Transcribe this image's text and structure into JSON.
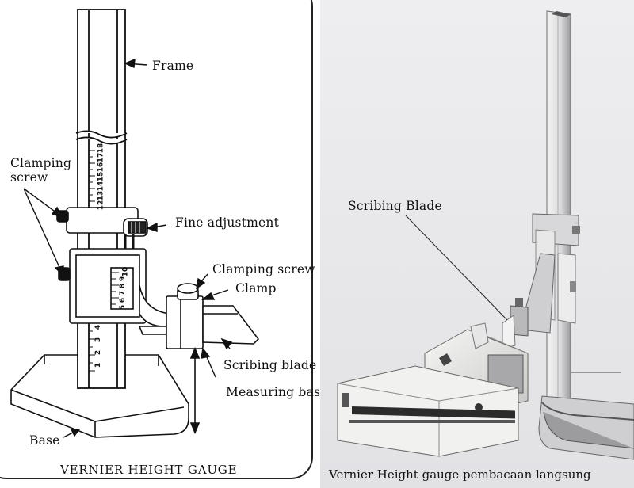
{
  "left_diagram": {
    "labels": {
      "frame": "Frame",
      "clamping_screw_left": "Clamping\nscrew",
      "fine_adjustment": "Fine adjustment",
      "clamping_screw_right": "Clamping screw",
      "clamp": "Clamp",
      "scribing_blade": "Scribing blade",
      "measuring_base": "Measuring base",
      "base": "Base"
    },
    "caption": "VERNIER HEIGHT GAUGE",
    "upper_scale_numbers": [
      "18",
      "17",
      "16",
      "15",
      "14",
      "13",
      "12"
    ],
    "vernier_scale_numbers": [
      "10",
      "9",
      "8",
      "7",
      "6",
      "5"
    ],
    "lower_scale_numbers": [
      "4",
      "3",
      "2",
      "1"
    ]
  },
  "right_photo": {
    "label": "Scribing Blade",
    "caption": "Vernier Height gauge pembacaan langsung"
  }
}
